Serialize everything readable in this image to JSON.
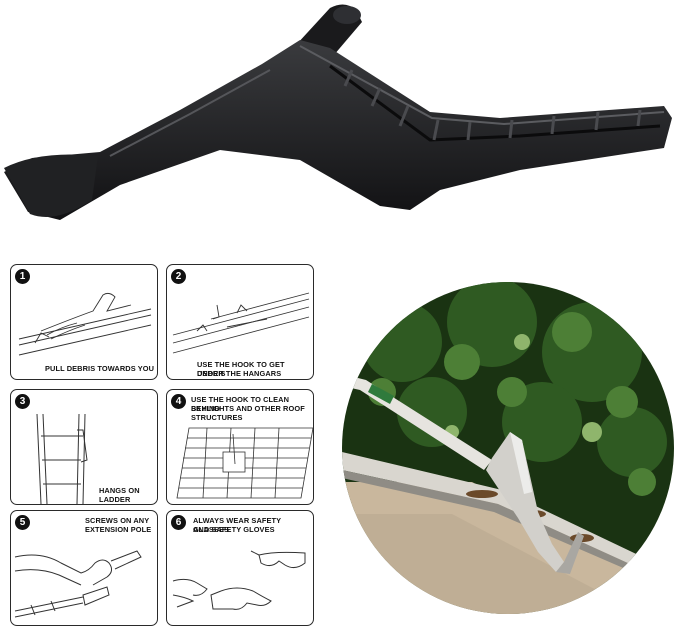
{
  "steps": [
    {
      "number": "1",
      "caption": "PULL DEBRIS TOWARDS YOU"
    },
    {
      "number": "2",
      "caption_line1": "USE THE HOOK TO GET DEBRIS",
      "caption_line2": "UNDER THE HANGARS"
    },
    {
      "number": "3",
      "caption_line1": "HANGS ON",
      "caption_line2": "LADDER RUNGS"
    },
    {
      "number": "4",
      "caption_line1": "USE THE HOOK TO CLEAN BEHIND",
      "caption_line2": "SKYLIGHTS AND OTHER ROOF",
      "caption_line3": "STRUCTURES"
    },
    {
      "number": "5",
      "caption_line1": "SCREWS ON ANY",
      "caption_line2": "EXTENSION POLE"
    },
    {
      "number": "6",
      "caption_line1": "ALWAYS WEAR SAFETY GLASSES",
      "caption_line2": "AND SAFETY GLOVES"
    }
  ],
  "colors": {
    "tool": "#1c1c1e",
    "panel_border": "#2a2a2a",
    "foliage": "#1f3d17",
    "roof": "#c9b79d"
  }
}
